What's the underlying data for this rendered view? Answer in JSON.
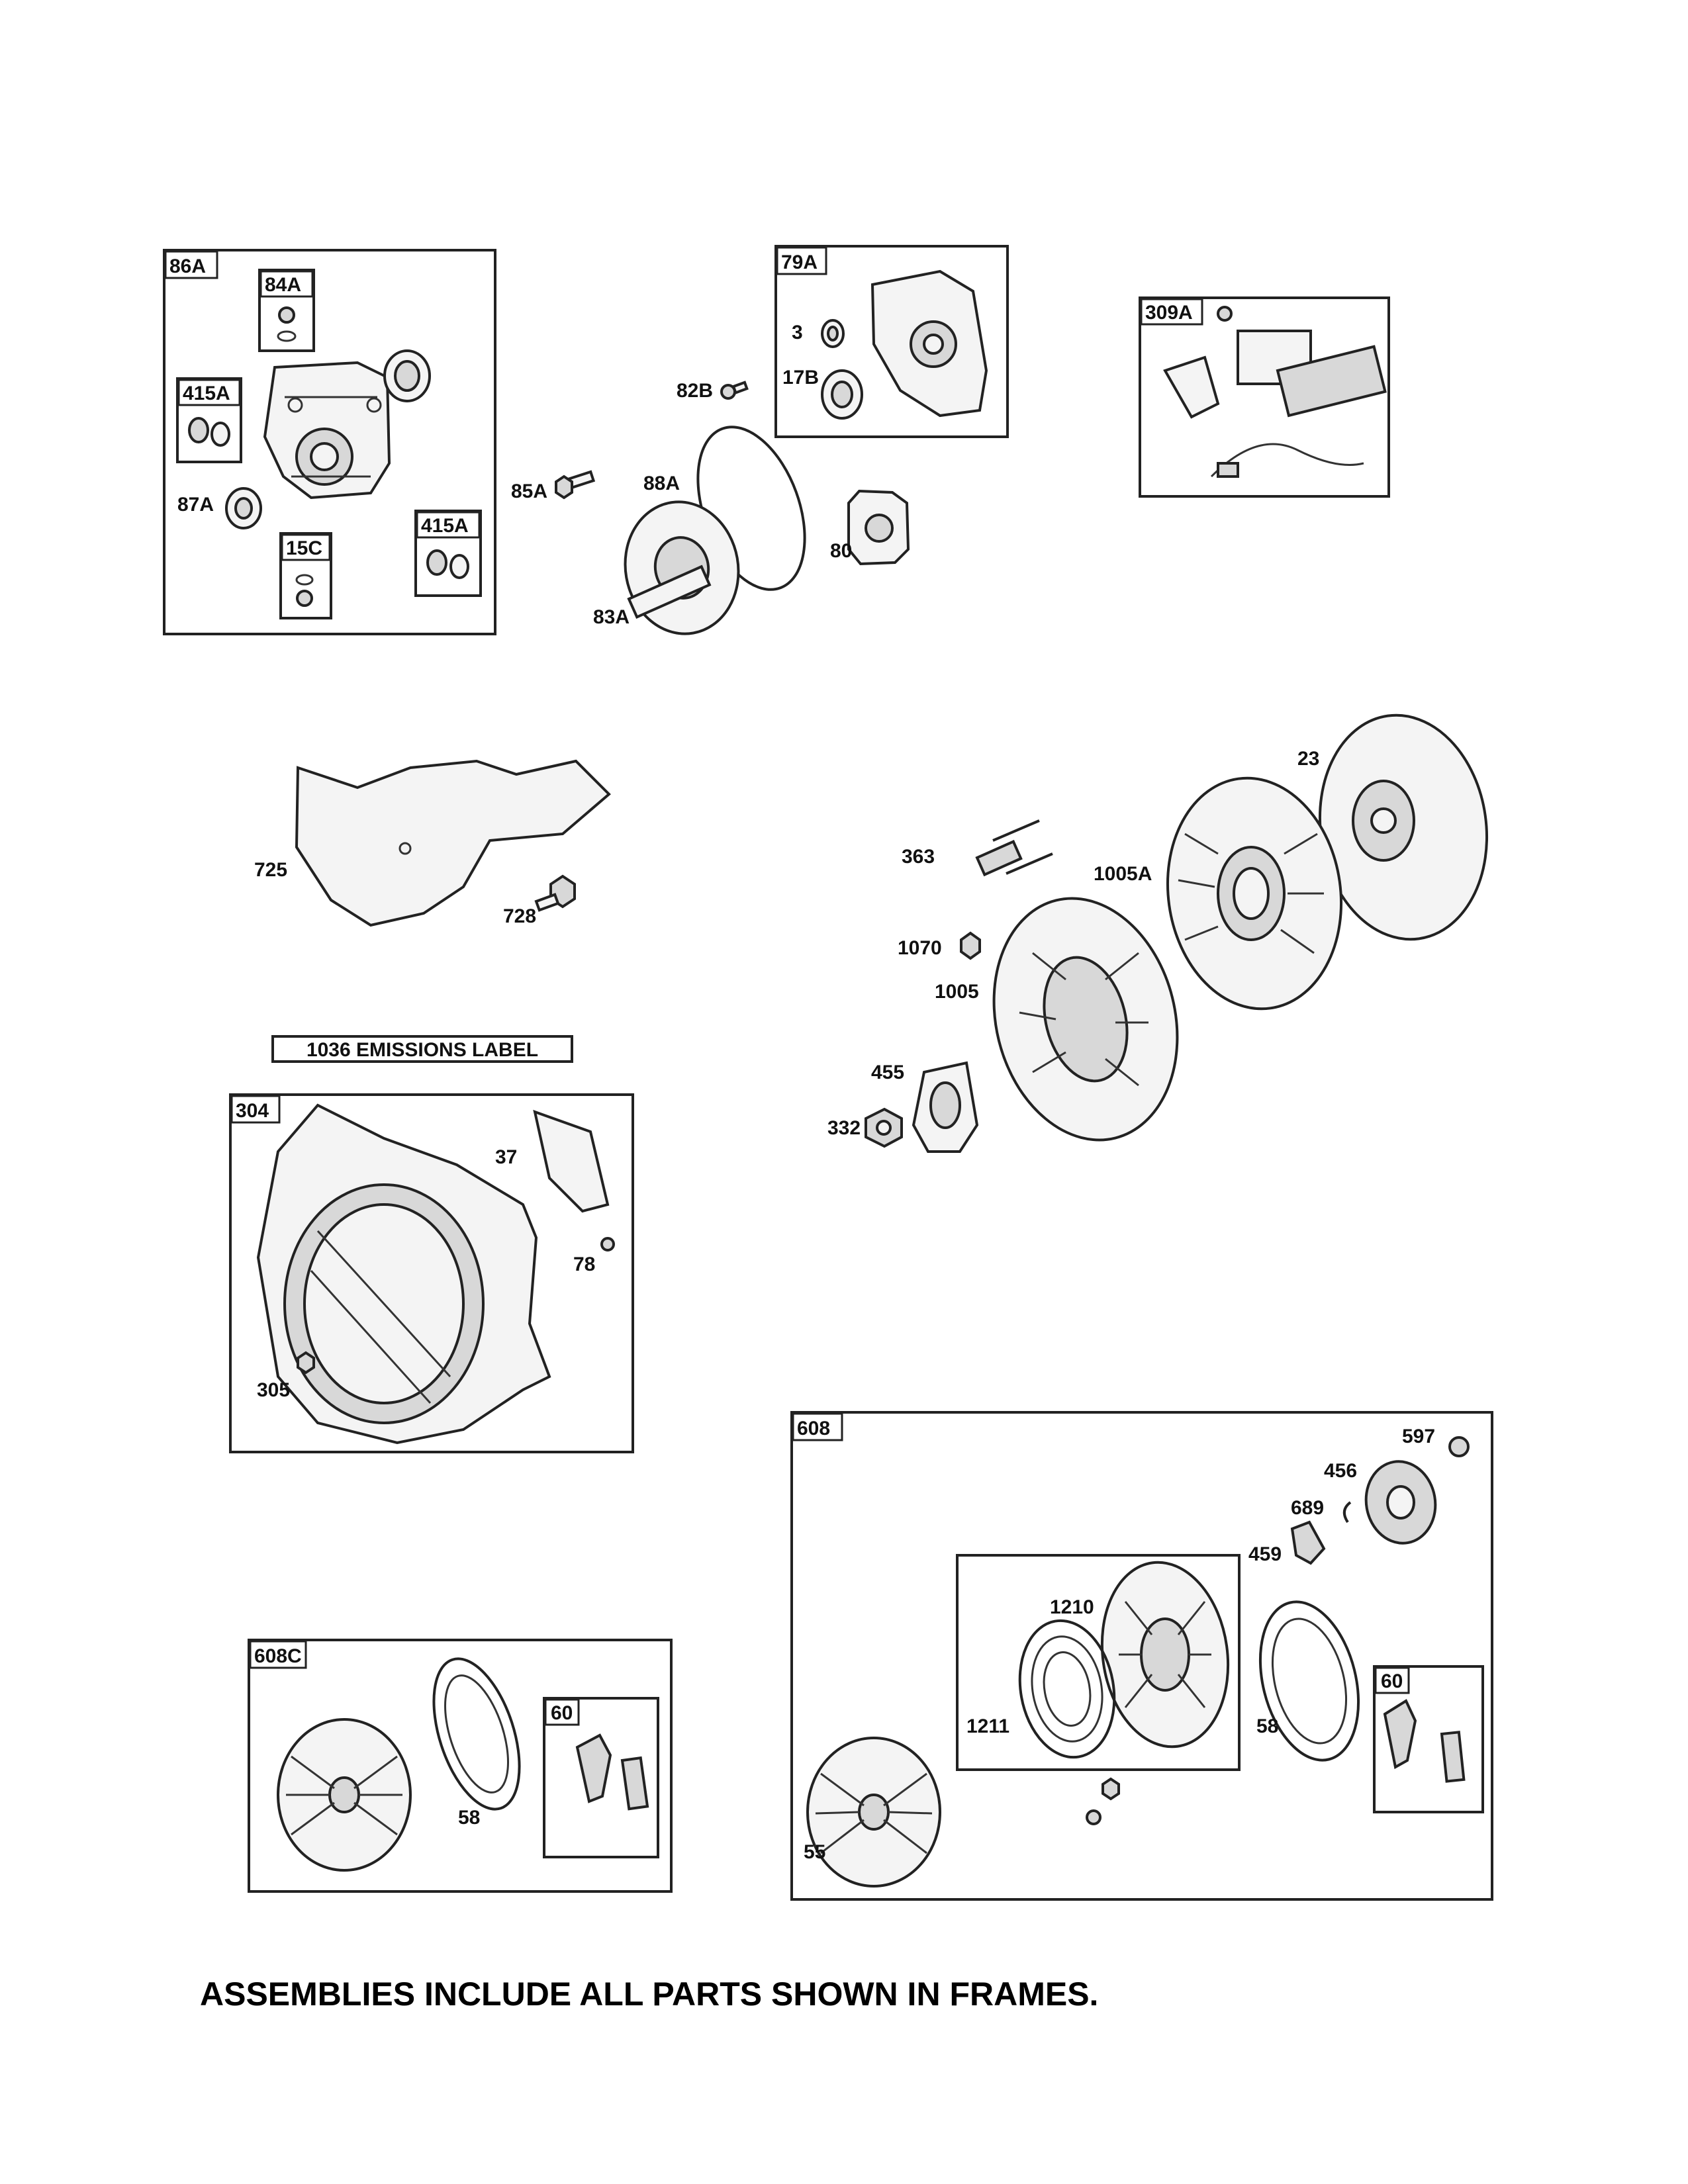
{
  "frames": {
    "f86A": "86A",
    "f84A": "84A",
    "f415A_1": "415A",
    "f415A_2": "415A",
    "f15C": "15C",
    "f79A": "79A",
    "f309A": "309A",
    "f304": "304",
    "f608": "608",
    "f608C": "608C",
    "f60_left": "60",
    "f60_right": "60"
  },
  "labels": {
    "l87A": "87A",
    "l85A": "85A",
    "l82B": "82B",
    "l88A": "88A",
    "l80": "80",
    "l83A": "83A",
    "l3": "3",
    "l17B": "17B",
    "l725": "725",
    "l728": "728",
    "l23": "23",
    "l363": "363",
    "l1005A": "1005A",
    "l1070": "1070",
    "l1005": "1005",
    "l455": "455",
    "l332": "332",
    "l37": "37",
    "l78": "78",
    "l305": "305",
    "l597": "597",
    "l456": "456",
    "l689": "689",
    "l459": "459",
    "l1210": "1210",
    "l1211": "1211",
    "l58_right": "58",
    "l55": "55",
    "l58_left": "58"
  },
  "emissions_label": "1036 EMISSIONS LABEL",
  "footer_note": "ASSEMBLIES INCLUDE ALL PARTS SHOWN IN FRAMES."
}
